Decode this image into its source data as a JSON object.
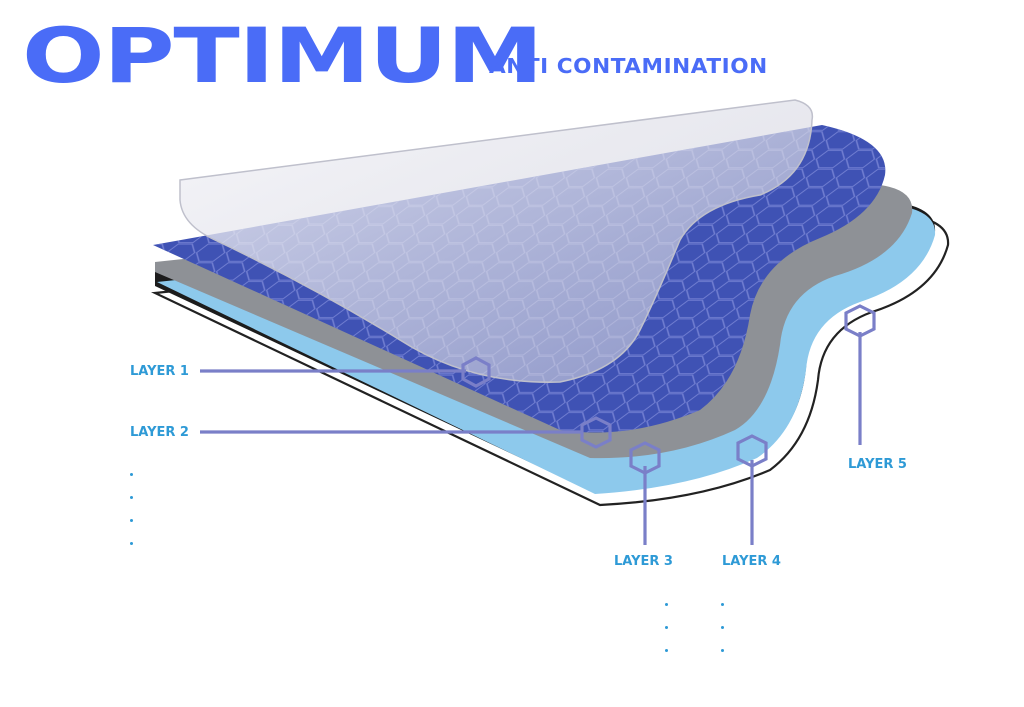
{
  "header": {
    "title": "OPTIMUM",
    "subtitle": "ANTI CONTAMINATION"
  },
  "layers": [
    {
      "label": "LAYER 1"
    },
    {
      "label": "LAYER 2"
    },
    {
      "label": "LAYER 3"
    },
    {
      "label": "LAYER 4"
    },
    {
      "label": "LAYER 5"
    }
  ],
  "colors": {
    "brand_blue": "#4a6cf7",
    "label_blue": "#2e9ad6",
    "layer1_top": "#3f52b4",
    "layer2_grey": "#8e9196",
    "layer3_lightblue": "#8dc9ec",
    "layer4_black": "#1c1c1c",
    "layer5_outline": "#222222",
    "hexagon_line": "#7a7fc8",
    "clear_film": "#dcdde8"
  },
  "icons": {
    "callout_marker": "hexagon-icon",
    "continuation": "ellipsis-dots-icon"
  }
}
